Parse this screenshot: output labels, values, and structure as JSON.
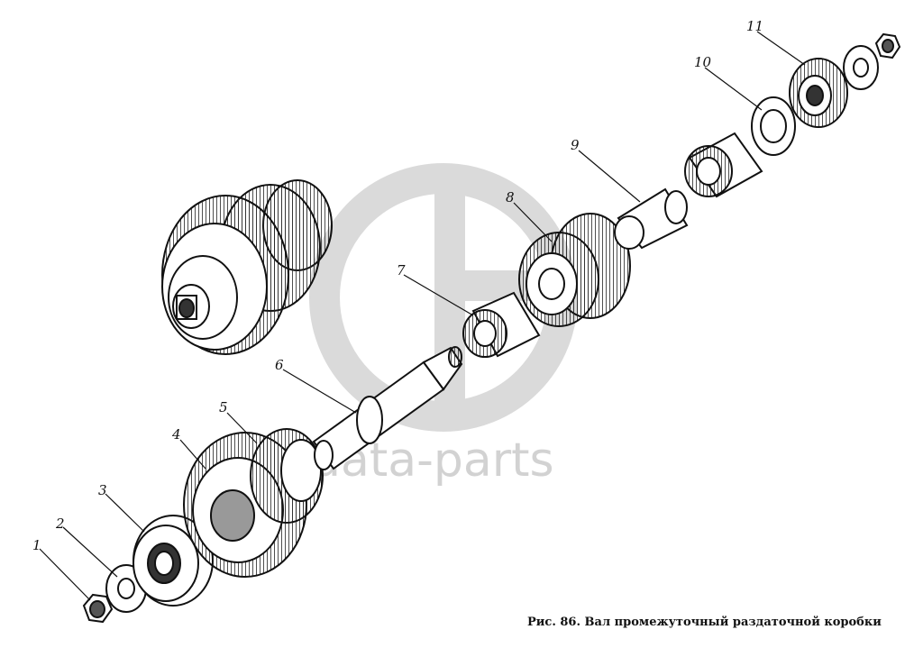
{
  "caption": "Рис. 86. Вал промежуточный раздаточной коробки",
  "watermark": {
    "text": "data-parts",
    "color": "#d4d4d4"
  },
  "callouts": [
    "1",
    "2",
    "3",
    "4",
    "5",
    "6",
    "7",
    "8",
    "9",
    "10",
    "11"
  ],
  "ink_color": "#111111"
}
